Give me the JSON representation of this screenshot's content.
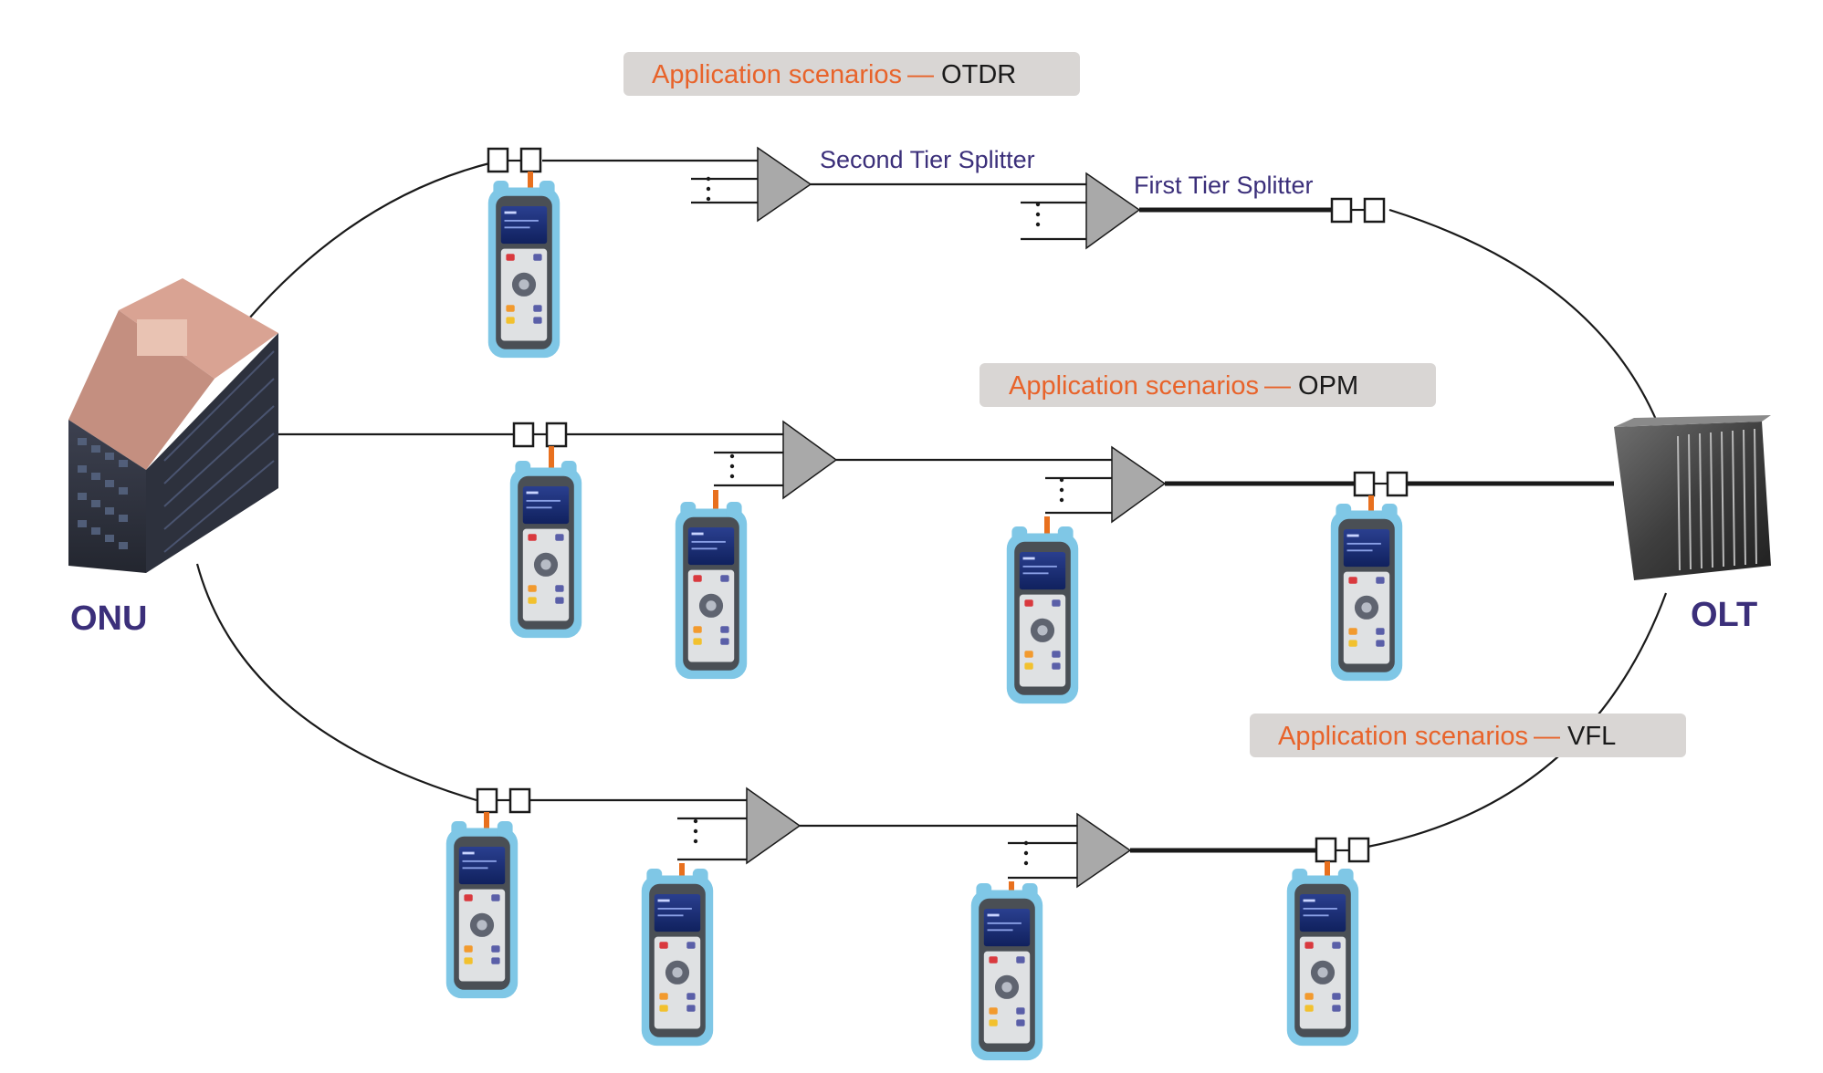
{
  "diagram": {
    "nodes": {
      "onu": {
        "label": "ONU"
      },
      "olt": {
        "label": "OLT"
      }
    },
    "scenarios": [
      {
        "id": "otdr",
        "prefix": "Application scenarios",
        "dash": "—",
        "name": "OTDR"
      },
      {
        "id": "opm",
        "prefix": "Application scenarios",
        "dash": "—",
        "name": "OPM"
      },
      {
        "id": "vfl",
        "prefix": "Application scenarios",
        "dash": "—",
        "name": "VFL"
      }
    ],
    "splitter_labels": {
      "second_tier": "Second Tier Splitter",
      "first_tier": "First Tier Splitter"
    },
    "colors": {
      "scenario_prefix": "#e8632a",
      "scenario_name": "#1a1a1a",
      "scenario_box": "#d9d6d4",
      "node_label": "#3b2f7a",
      "splitter_label": "#3b2f7a",
      "splitter_fill": "#a9a9a9",
      "fiber": "#1a1a1a",
      "meter_body": "#4a4f55",
      "meter_bumper": "#7fc7e6",
      "meter_lead": "#e8701e"
    },
    "icons": [
      "building-icon",
      "olt-chassis-icon",
      "handheld-meter-icon",
      "splitter-icon",
      "connector-icon"
    ]
  }
}
